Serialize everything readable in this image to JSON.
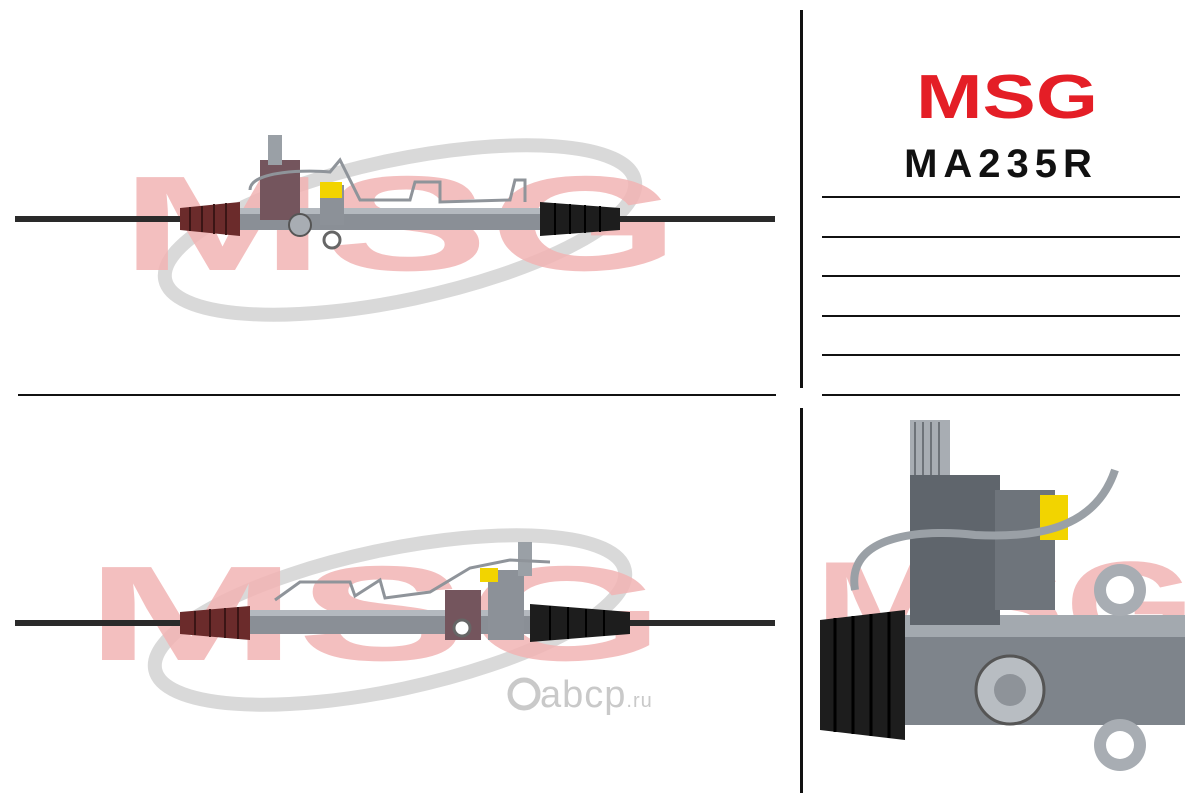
{
  "brand": {
    "logo_text": "MSG",
    "colors": {
      "red": "#e41e26",
      "dark": "#333333"
    }
  },
  "product": {
    "part_number": "MA235R"
  },
  "watermark": {
    "brand_text": "MSG",
    "site_text": "abcp",
    "site_tld": ".ru",
    "colors": {
      "red": "#f2b4b4",
      "grey": "#d6d6d6"
    }
  },
  "spec_lines_count": 6,
  "photos": [
    {
      "view": "top",
      "subject": "steering-rack"
    },
    {
      "view": "bottom",
      "subject": "steering-rack"
    },
    {
      "view": "detail",
      "subject": "valve-body"
    }
  ]
}
